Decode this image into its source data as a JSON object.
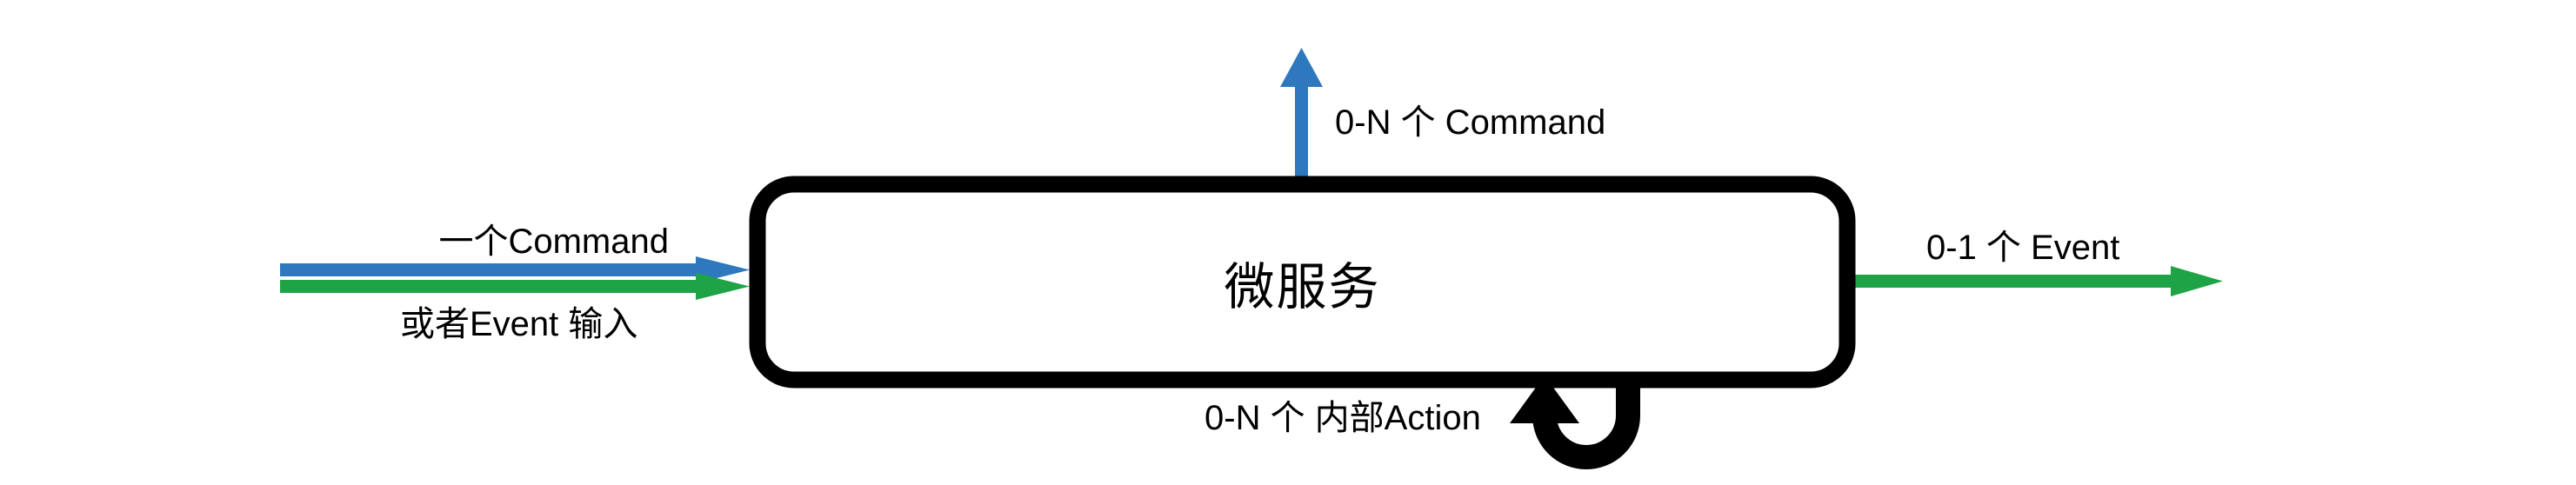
{
  "diagram": {
    "type": "block-flow",
    "title_visible": false,
    "colors": {
      "blue": "#2E78BD",
      "green": "#1FA347",
      "black": "#000000",
      "background": "#FFFFFF"
    },
    "node": {
      "id": "microservice",
      "label": "微服务",
      "shape": "rounded-rectangle",
      "stroke": "#000000",
      "fill": "#FFFFFF"
    },
    "edges": [
      {
        "id": "input-command",
        "label": "一个Command",
        "color": "#2E78BD",
        "direction": "left-to-right",
        "target": "microservice"
      },
      {
        "id": "input-event",
        "label": "或者Event 输入",
        "color": "#1FA347",
        "direction": "left-to-right",
        "target": "microservice"
      },
      {
        "id": "output-command",
        "label": "0-N 个 Command",
        "color": "#2E78BD",
        "direction": "upward",
        "source": "microservice"
      },
      {
        "id": "output-event",
        "label": "0-1 个 Event",
        "color": "#1FA347",
        "direction": "left-to-right",
        "source": "microservice"
      },
      {
        "id": "internal-action",
        "label": "0-N 个 内部Action",
        "color": "#000000",
        "direction": "self-loop",
        "source": "microservice"
      }
    ],
    "labels": {
      "input_line1": "一个Command",
      "input_line2": "或者Event 输入",
      "command_out": "0-N 个 Command",
      "event_out": "0-1 个 Event",
      "internal_action": "0-N 个 内部Action",
      "node_name": "微服务"
    }
  }
}
